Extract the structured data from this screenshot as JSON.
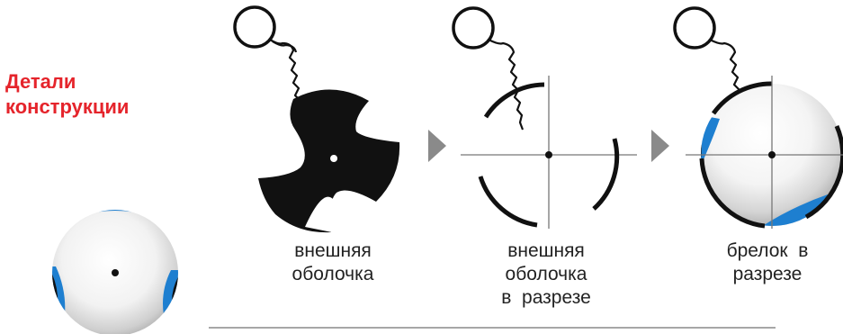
{
  "title": {
    "line1": "Детали",
    "line2": "конструкции"
  },
  "captions": {
    "outer_shell": {
      "line1": "внешняя",
      "line2": "оболочка"
    },
    "outer_shell_section": {
      "line1": "внешняя",
      "line2": "оболочка",
      "line3": "в  разрезе"
    },
    "keychain_section": {
      "line1": "брелок  в",
      "line2": "разрезе"
    }
  },
  "colors": {
    "title": "#e5242b",
    "shell": "#111111",
    "accent_blue": "#1e7fd0",
    "arrow": "#8a8a8a",
    "axis": "#777777",
    "sphere_light": "#ffffff",
    "sphere_shade": "#b8b8b8"
  }
}
